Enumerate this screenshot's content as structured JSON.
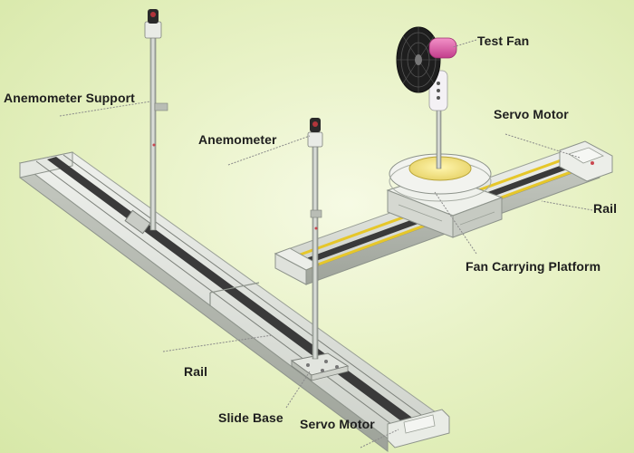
{
  "labels": {
    "test_fan": "Test Fan",
    "anemometer_support": "Anemometer Support",
    "servo_motor_top": "Servo Motor",
    "anemometer": "Anemometer",
    "rail_right": "Rail",
    "fan_carrying_platform": "Fan Carrying Platform",
    "rail_left": "Rail",
    "slide_base": "Slide Base",
    "servo_motor_bottom": "Servo Motor"
  },
  "colors": {
    "background": "#e4efbe",
    "rail_body": "#d9dcd6",
    "rail_track": "#3c3c3c",
    "yellow_rail": "#e6c72a",
    "fan_head": "#e25aa8",
    "leader_line": "#8a8a8a"
  }
}
